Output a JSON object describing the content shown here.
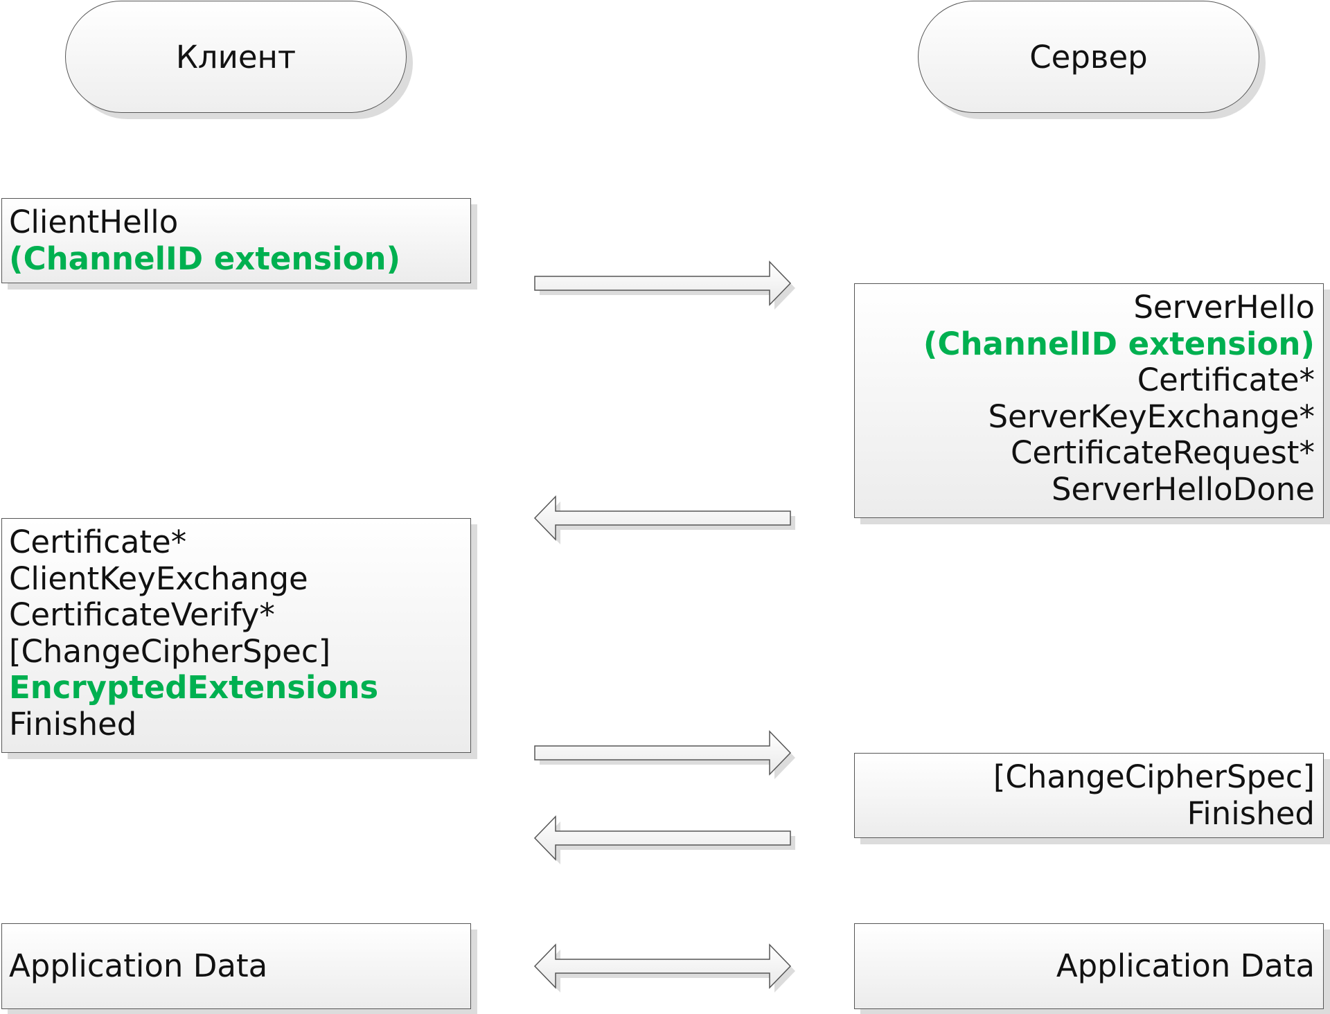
{
  "colors": {
    "text": "#111111",
    "highlight": "#00b050",
    "border": "#555555",
    "shadow": "#dcdcdc"
  },
  "actors": {
    "client": "Клиент",
    "server": "Сервер"
  },
  "messages": {
    "client_hello": {
      "lines": [
        "ClientHello",
        "(ChannelID extension)"
      ],
      "highlight": [
        1
      ]
    },
    "server_hello": {
      "lines": [
        "ServerHello",
        "(ChannelID extension)",
        "Certificate*",
        "ServerKeyExchange*",
        "CertificateRequest*",
        "ServerHelloDone"
      ],
      "highlight": [
        1
      ]
    },
    "client_finish": {
      "lines": [
        "Certificate*",
        "ClientKeyExchange",
        "CertificateVerify*",
        "[ChangeCipherSpec]",
        "EncryptedExtensions",
        "Finished"
      ],
      "highlight": [
        4
      ]
    },
    "server_finish": {
      "lines": [
        "[ChangeCipherSpec]",
        "Finished"
      ],
      "highlight": []
    },
    "client_app_data": {
      "lines": [
        "Application Data"
      ],
      "highlight": []
    },
    "server_app_data": {
      "lines": [
        "Application Data"
      ],
      "highlight": []
    }
  },
  "arrows": [
    {
      "name": "arrow-client-hello",
      "direction": "right"
    },
    {
      "name": "arrow-server-hello",
      "direction": "left"
    },
    {
      "name": "arrow-client-finished",
      "direction": "right"
    },
    {
      "name": "arrow-server-finished",
      "direction": "left"
    },
    {
      "name": "arrow-application-data",
      "direction": "both"
    }
  ]
}
